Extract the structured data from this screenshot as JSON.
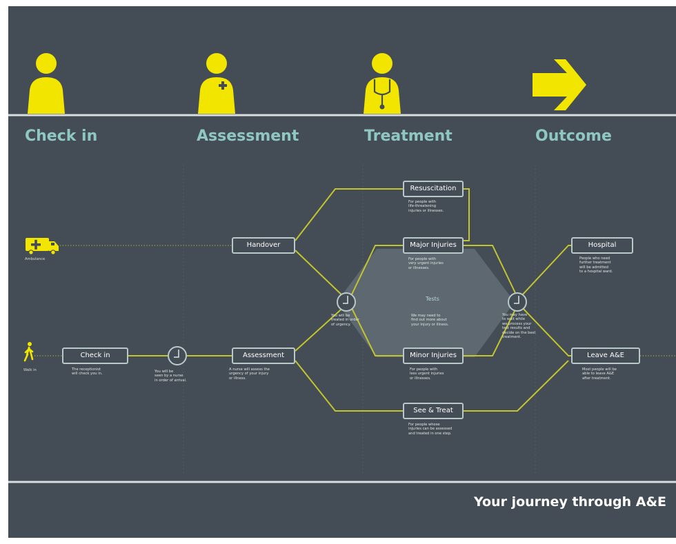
{
  "stages": [
    "Check in",
    "Assessment",
    "Treatment",
    "Outcome"
  ],
  "arrivals": {
    "ambulance": "Ambulance",
    "walk_in": "Walk in"
  },
  "nodes": {
    "resuscitation": "Resuscitation",
    "handover": "Handover",
    "major": "Major Injuries",
    "hospital": "Hospital",
    "checkin": "Check in",
    "assessment": "Assessment",
    "minor": "Minor Injuries",
    "leave": "Leave A&E",
    "see_treat": "See & Treat"
  },
  "tests": {
    "title": "Tests",
    "text": "We may need to\nfind out more about\nyour injury or illness."
  },
  "notes": {
    "resuscitation": "For people with\nlife-threatening\ninjuries or illnesses.",
    "major": "For people with\nvery urgent injuries\nor illnesses.",
    "hospital": "People who need\nfurther treatment\nwill be admitted\nto a hospital ward.",
    "checkin": "The receptionist\nwill check you in.",
    "clock1": "You will be\nseen by a nurse\nin order of arrival.",
    "assessment": "A nurse will assess the\nurgency of your injury\nor illness.",
    "clock2": "You will be\ntreated in order\nof urgency.",
    "minor": "For people with\nless urgent injuries\nor illnesses.",
    "clock3": "You may have\nto wait while\nwe process your\ntest results and\ndecide on the best\ntreatment.",
    "leave": "Most people will be\nable to leave A&E\nafter treatment.",
    "see_treat": "For people whose\ninjuries can be assessed\nand treated in one step."
  },
  "tagline": "Your journey through A&E",
  "colors": {
    "background": "#444d55",
    "accent_yellow": "#f2e600",
    "path_line": "#c3c52e",
    "stage_text": "#8fc8c3",
    "divider": "#d9dee0"
  },
  "icons": [
    "person-icon",
    "nurse-icon",
    "doctor-icon",
    "arrow-right-icon",
    "ambulance-icon",
    "walking-person-icon",
    "clock-icon"
  ]
}
